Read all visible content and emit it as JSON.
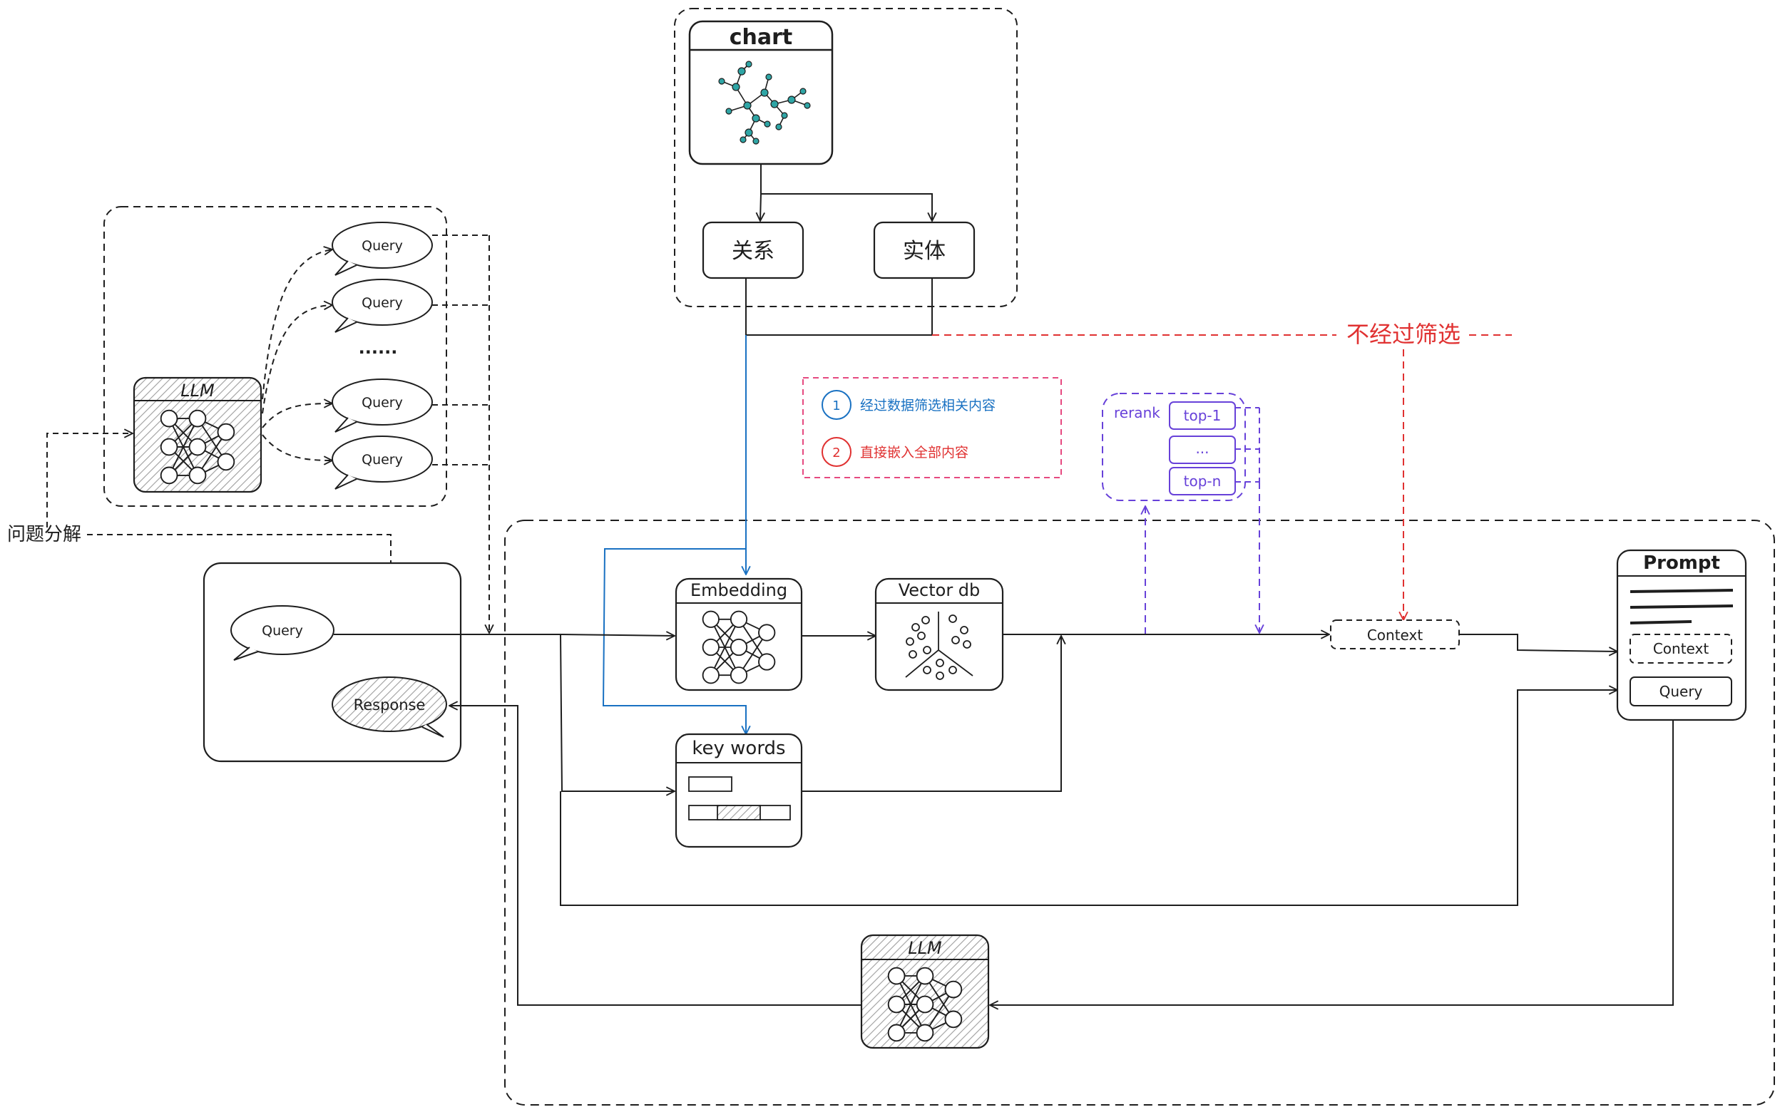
{
  "colors": {
    "ink": "#1e1e1e",
    "blue": "#1971c2",
    "red": "#e03131",
    "purple": "#6741d9",
    "magenta": "#e64980",
    "hatch": "#bdbdbd",
    "nodeFill": "#2fa5a5"
  },
  "chart_box": {
    "title": "chart",
    "relation": "关系",
    "entity": "实体"
  },
  "no_filter_label": "不经过筛选",
  "legend": [
    {
      "num": "1",
      "text": "经过数据筛选相关内容"
    },
    {
      "num": "2",
      "text": "直接嵌入全部内容"
    }
  ],
  "rerank": {
    "label": "rerank",
    "items": [
      "top-1",
      "...",
      "top-n"
    ]
  },
  "decompose": {
    "llm_label": "LLM",
    "queries": [
      "Query",
      "Query",
      "Query",
      "Query"
    ],
    "ellipsis": "......",
    "side_label": "问题分解"
  },
  "client": {
    "query": "Query",
    "response": "Response"
  },
  "pipeline": {
    "embedding": "Embedding",
    "vector_db": "Vector db",
    "keywords": "key words",
    "context": "Context",
    "llm": "LLM"
  },
  "prompt": {
    "title": "Prompt",
    "context": "Context",
    "query": "Query"
  }
}
